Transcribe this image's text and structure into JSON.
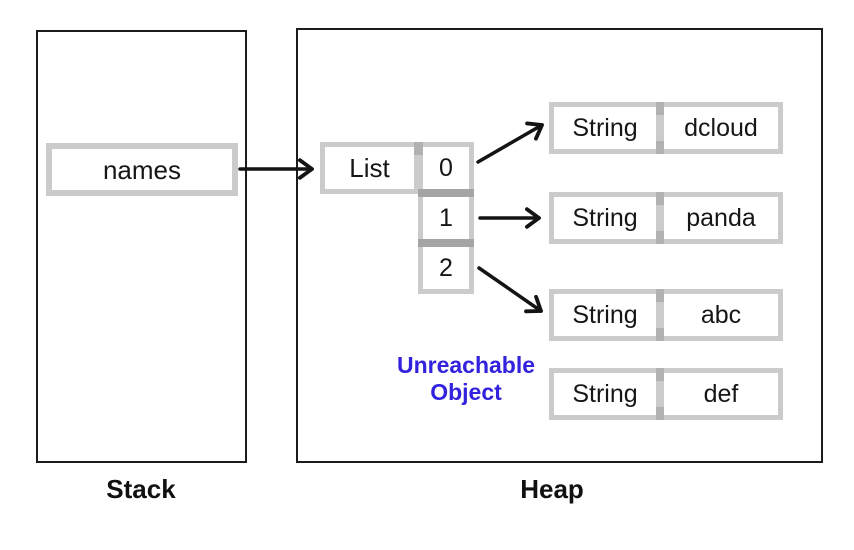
{
  "stack": {
    "label": "Stack",
    "variable": {
      "name": "names"
    }
  },
  "heap": {
    "label": "Heap",
    "list": {
      "type_label": "List",
      "indices": [
        "0",
        "1",
        "2"
      ]
    },
    "strings": [
      {
        "type": "String",
        "value": "dcloud"
      },
      {
        "type": "String",
        "value": "panda"
      },
      {
        "type": "String",
        "value": "abc"
      },
      {
        "type": "String",
        "value": "def"
      }
    ],
    "annotation": {
      "line1": "Unreachable",
      "line2": "Object",
      "color": "#3222dd"
    }
  },
  "colors": {
    "cell_border_gray": "#cbcbcb",
    "junction_gray": "#a5a5a5",
    "notch_gray": "#b1b1b1",
    "region_outline": "#1c1c1c",
    "arrow_black": "#141414",
    "annotation_blue": "#3222dd"
  }
}
